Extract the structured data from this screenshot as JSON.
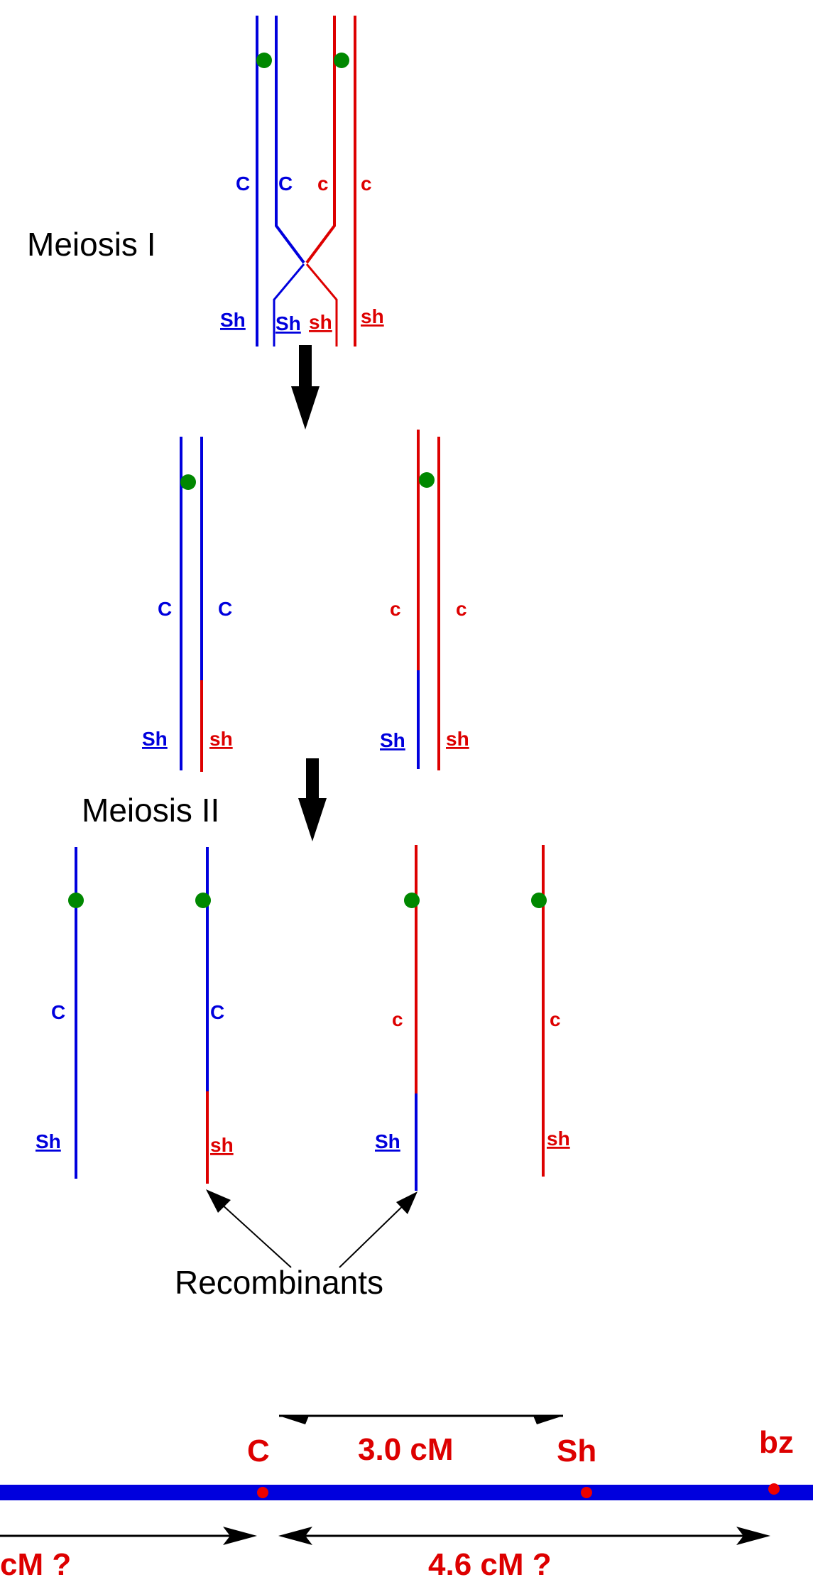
{
  "colors": {
    "parent_dominant": "#0000dd",
    "parent_recessive": "#dd0000",
    "centromere": "#008800",
    "arrow": "#000000",
    "map_line": "#0000dd",
    "map_marker": "#ee0000",
    "map_text": "#dd0000"
  },
  "stages": {
    "meiosis_1": "Meiosis I",
    "meiosis_2": "Meiosis II",
    "recombinants": "Recombinants"
  },
  "alleles": {
    "C": "C",
    "c": "c",
    "Sh": "Sh",
    "sh": "sh"
  },
  "genetic_map": {
    "markers": [
      "C",
      "Sh",
      "bz"
    ],
    "c_sh_distance": "3.0 cM",
    "left_distance": "cM ?",
    "c_bz_distance": "4.6 cM ?"
  }
}
